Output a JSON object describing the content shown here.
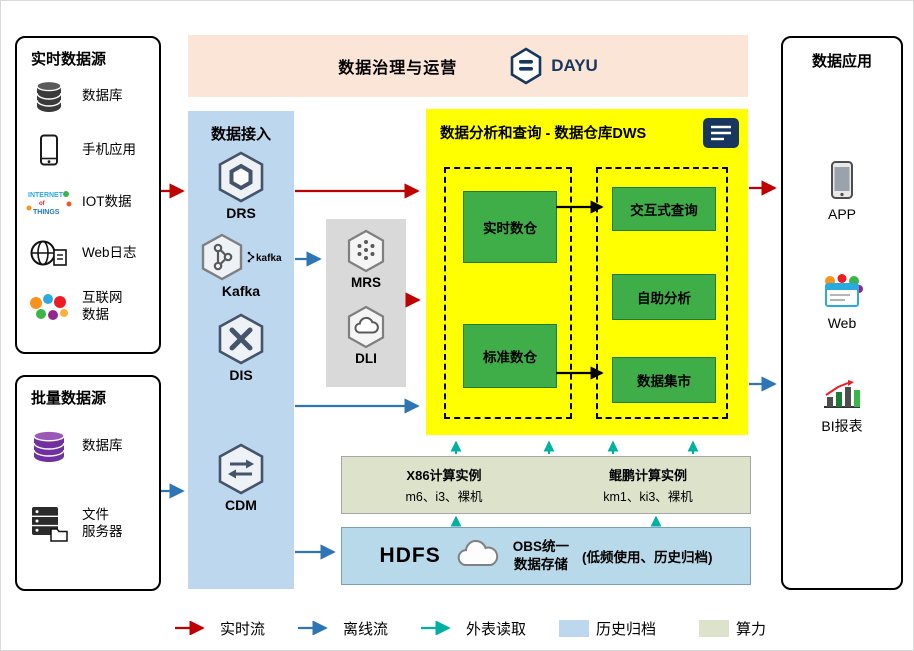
{
  "banner": {
    "title": "数据治理与运营",
    "logo_text": "DAYU"
  },
  "realtime_sources": {
    "title": "实时数据源",
    "items": [
      {
        "label": "数据库",
        "icon": "database-icon"
      },
      {
        "label": "手机应用",
        "icon": "mobile-phone-icon"
      },
      {
        "label": "IOT数据",
        "icon": "iot-icon"
      },
      {
        "label": "Web日志",
        "icon": "web-log-icon"
      },
      {
        "label": "互联网\n数据",
        "icon": "internet-data-icon"
      }
    ]
  },
  "batch_sources": {
    "title": "批量数据源",
    "items": [
      {
        "label": "数据库",
        "icon": "database-purple-icon"
      },
      {
        "label": "文件\n服务器",
        "icon": "file-server-icon"
      }
    ]
  },
  "data_access": {
    "title": "数据接入",
    "items": [
      {
        "label": "DRS",
        "icon": "drs-hexagon-icon"
      },
      {
        "label": "Kafka",
        "icon": "kafka-hexagon-icon",
        "logo_text": "kafka"
      },
      {
        "label": "DIS",
        "icon": "dis-hexagon-icon"
      },
      {
        "label": "CDM",
        "icon": "cdm-hexagon-icon"
      }
    ]
  },
  "processing": {
    "items": [
      {
        "label": "MRS",
        "icon": "mrs-hexagon-icon"
      },
      {
        "label": "DLI",
        "icon": "dli-hexagon-icon"
      }
    ]
  },
  "dws": {
    "title": "数据分析和查询 - 数据仓库DWS",
    "warehouses": [
      {
        "label": "实时数仓"
      },
      {
        "label": "标准数仓"
      }
    ],
    "services": [
      {
        "label": "交互式查询"
      },
      {
        "label": "自助分析"
      },
      {
        "label": "数据集市"
      }
    ]
  },
  "compute": {
    "x86_title": "X86计算实例",
    "x86_specs": "m6、i3、裸机",
    "kunpeng_title": "鲲鹏计算实例",
    "kunpeng_specs": "km1、ki3、裸机"
  },
  "storage": {
    "hdfs_label": "HDFS",
    "obs_line1": "OBS统一",
    "obs_line2": "数据存储",
    "note": "(低频使用、历史归档)"
  },
  "applications": {
    "title": "数据应用",
    "items": [
      {
        "label": "APP",
        "icon": "app-phone-icon"
      },
      {
        "label": "Web",
        "icon": "web-app-icon"
      },
      {
        "label": "BI报表",
        "icon": "bi-report-icon"
      }
    ]
  },
  "legend": {
    "realtime": "实时流",
    "offline": "离线流",
    "external": "外表读取",
    "archive": "历史归档",
    "compute": "算力"
  },
  "colors": {
    "realtime_flow": "#c00000",
    "offline_flow": "#2e75b6",
    "external_read": "#00b0a0",
    "archive_fill": "#bdd7ee",
    "compute_fill": "#dde3cb",
    "banner_fill": "#fbe5d6",
    "access_fill": "#bdd7ee",
    "dws_fill": "#ffff00",
    "warehouse_green": "#3fae49",
    "hdfs_fill": "#b7d9ea",
    "gray_fill": "#d9d9d9"
  }
}
